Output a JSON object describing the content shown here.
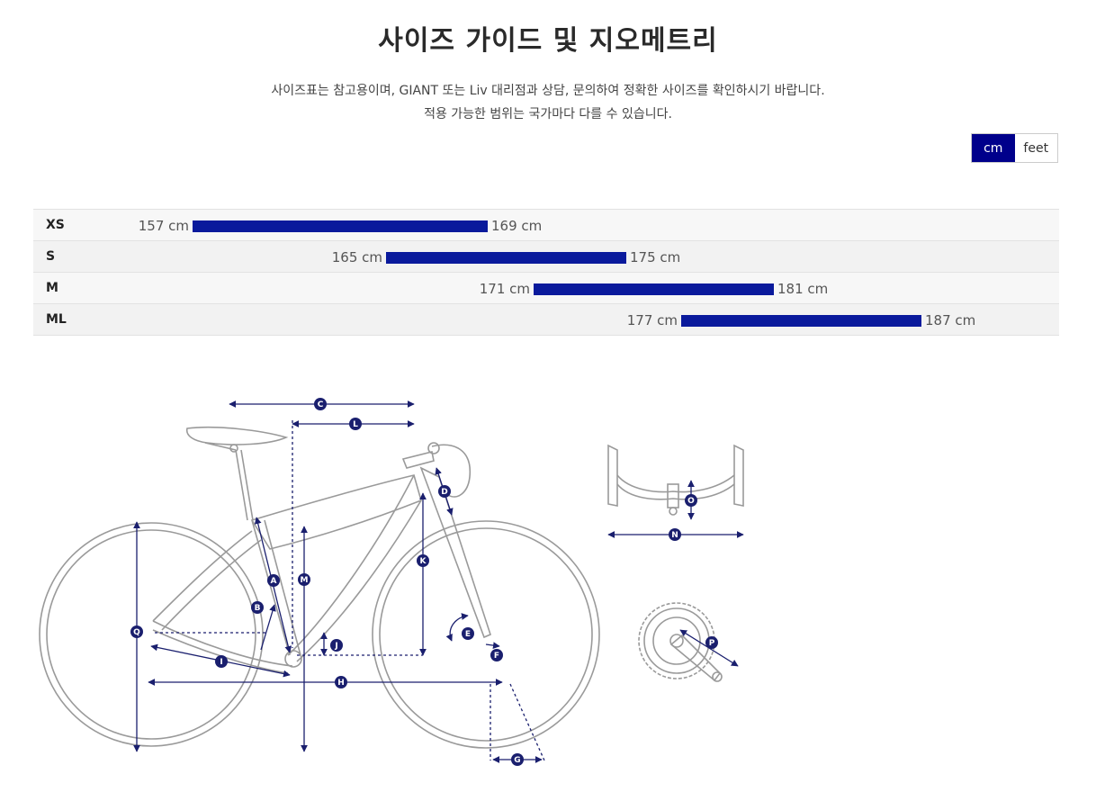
{
  "page": {
    "title": "사이즈 가이드 및 지오메트리",
    "subtitle_line1": "사이즈표는 참고용이며, GIANT 또는 Liv 대리점과 상담, 문의하여 정확한 사이즈를 확인하시기 바랍니다.",
    "subtitle_line2": "적용 가능한 범위는 국가마다 다를 수 있습니다."
  },
  "unit_toggle": {
    "cm": "cm",
    "feet": "feet",
    "selected": "cm"
  },
  "size_rows": [
    {
      "size": "XS",
      "min": "157 cm",
      "max": "169 cm"
    },
    {
      "size": "S",
      "min": "165 cm",
      "max": "175 cm"
    },
    {
      "size": "M",
      "min": "171 cm",
      "max": "181 cm"
    },
    {
      "size": "ML",
      "min": "177 cm",
      "max": "187 cm"
    }
  ],
  "geometry_labels": [
    "A",
    "B",
    "C",
    "D",
    "E",
    "F",
    "G",
    "H",
    "I",
    "J",
    "K",
    "L",
    "M",
    "N",
    "O",
    "P",
    "Q"
  ],
  "colors": {
    "accent": "#00008b",
    "bar": "#0a1a9c",
    "diagram_dim": "#1a1f6e",
    "frame": "#9a9a9a"
  }
}
